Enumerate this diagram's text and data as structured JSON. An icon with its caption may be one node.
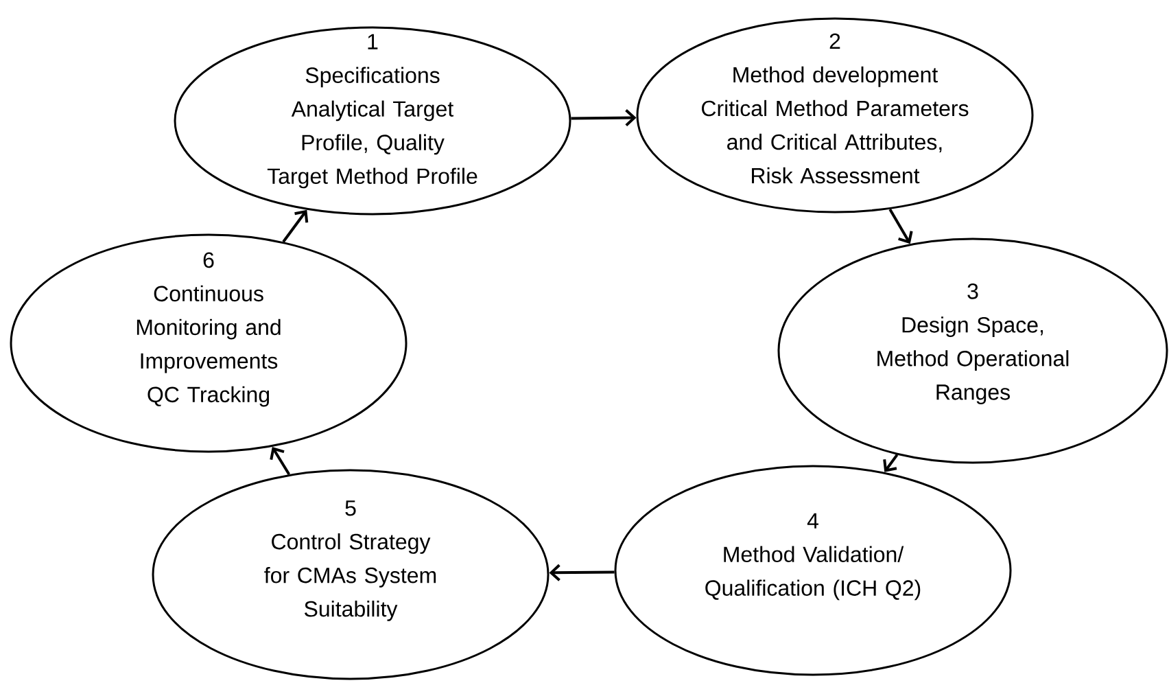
{
  "diagram": {
    "nodes": [
      {
        "text": [
          "1",
          "Specifications Analytical Target Profile, Quality Target Method Profile"
        ]
      },
      {
        "text": [
          "2",
          "Method development Critical Method Parameters and Critical Attributes, Risk Assessment"
        ]
      },
      {
        "text": [
          "3",
          "Design Space, Method Operational Ranges"
        ]
      },
      {
        "text": [
          "4",
          "Method Validation/ Qualification (ICH Q2)"
        ]
      },
      {
        "text": [
          "5",
          "Control Strategy for CMAs System Suitability"
        ]
      },
      {
        "text": [
          "6",
          "Continuous Monitoring and Improvements QC Tracking"
        ]
      }
    ],
    "edges": [
      {
        "from": 0,
        "to": 1,
        "arrow": "to"
      },
      {
        "from": 1,
        "to": 2,
        "arrow": "to"
      },
      {
        "from": 2,
        "to": 3,
        "arrow": "to"
      },
      {
        "from": 3,
        "to": 4,
        "arrow": "to"
      },
      {
        "from": 4,
        "to": 5,
        "arrow": "to"
      },
      {
        "from": 5,
        "to": 0,
        "arrow": "to"
      }
    ]
  }
}
